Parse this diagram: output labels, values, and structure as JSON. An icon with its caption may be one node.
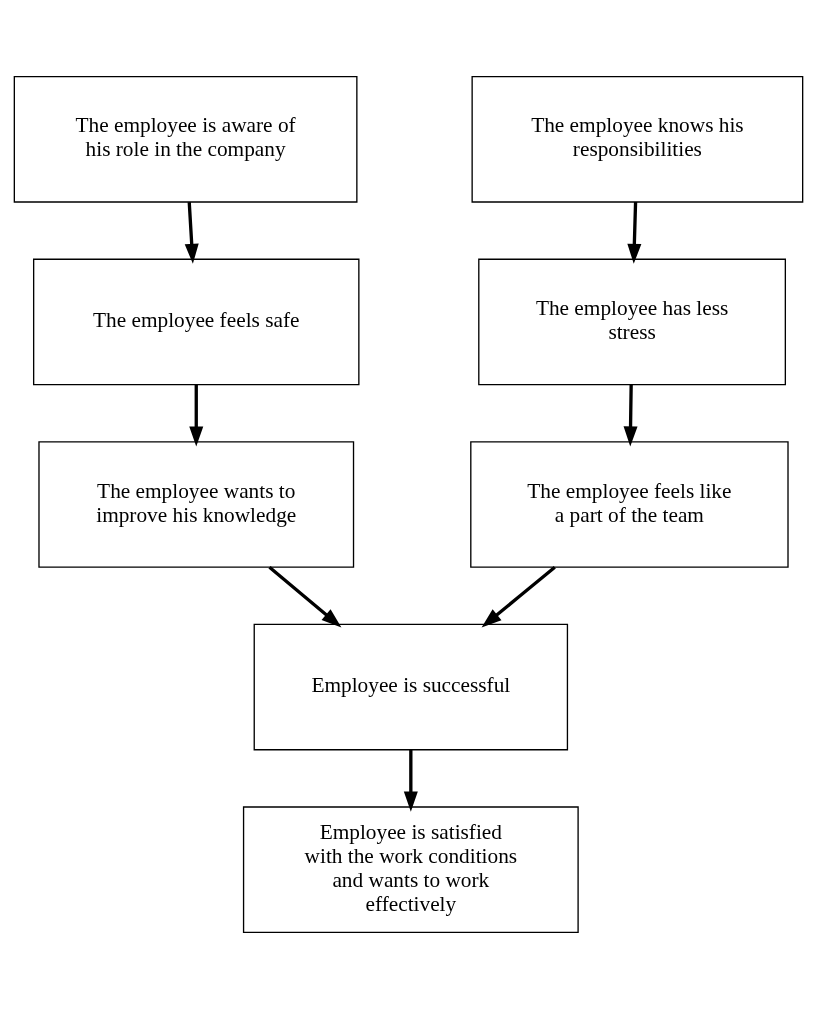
{
  "diagram": {
    "nodes": [
      {
        "text": [
          "The employee is aware of his role in the company"
        ]
      },
      {
        "text": [
          "The employee knows his responsibilities"
        ]
      },
      {
        "text": [
          "The employee feels safe"
        ]
      },
      {
        "text": [
          "The employee has less stress"
        ]
      },
      {
        "text": [
          "The employee wants to improve his knowledge"
        ]
      },
      {
        "text": [
          "The employee feels like a part of the team"
        ]
      },
      {
        "text": [
          "Employee is successful"
        ]
      },
      {
        "text": [
          "Employee is satisfied with the work conditions and wants to work effectively"
        ]
      }
    ],
    "edges": [
      {
        "from": 0,
        "to": 2,
        "arrow": "to"
      },
      {
        "from": 2,
        "to": 4,
        "arrow": "to"
      },
      {
        "from": 1,
        "to": 3,
        "arrow": "to"
      },
      {
        "from": 3,
        "to": 5,
        "arrow": "to"
      },
      {
        "from": 4,
        "to": 6,
        "arrow": "to"
      },
      {
        "from": 5,
        "to": 6,
        "arrow": "to"
      },
      {
        "from": 6,
        "to": 7,
        "arrow": "to"
      }
    ]
  }
}
